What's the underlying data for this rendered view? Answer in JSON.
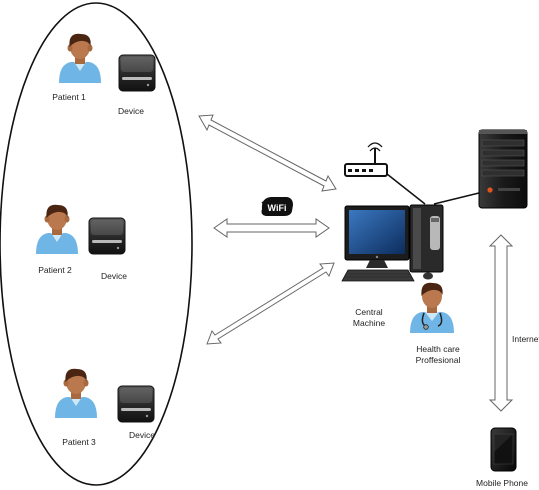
{
  "patients": [
    {
      "label": "Patient 1",
      "device_label": "Device"
    },
    {
      "label": "Patient 2",
      "device_label": "Device"
    },
    {
      "label": "Patient 3",
      "device_label": "Device"
    }
  ],
  "wifi_badge": "WiFi",
  "central": {
    "line1": "Central",
    "line2": "Machine"
  },
  "doctor": {
    "line1": "Health care",
    "line2": "Proffesional"
  },
  "internet_label": "Internet",
  "mobile_label": "Mobile Phone",
  "colors": {
    "skin": "#b9784d",
    "hair": "#4a2612",
    "shirt": "#6fb6e6",
    "arrow_stroke": "#666666",
    "device_body": "#2b2b2b",
    "server_body": "#1e1e1e",
    "server_led": "#e0551e"
  },
  "icons": [
    "patient-avatar-icon",
    "device-icon",
    "router-icon",
    "server-icon",
    "computer-icon",
    "doctor-icon",
    "phone-icon",
    "wifi-icon"
  ]
}
